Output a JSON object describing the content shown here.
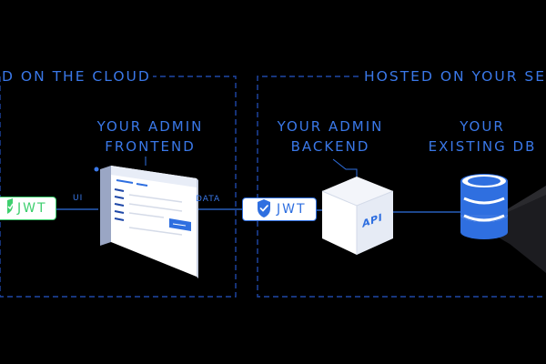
{
  "colors": {
    "background": "#000000",
    "accent_blue": "#2f6fe0",
    "dash_blue": "#1f48a8",
    "label_blue": "#3a78e8",
    "green": "#3ecf6e",
    "white": "#ffffff"
  },
  "regions": {
    "cloud": {
      "title": "D ON THE CLOUD"
    },
    "self_hosted": {
      "title": "HOSTED ON YOUR SE"
    }
  },
  "nodes": {
    "admin_frontend": {
      "label_line1": "YOUR ADMIN",
      "label_line2": "FRONTEND"
    },
    "admin_backend": {
      "label_line1": "YOUR ADMIN",
      "label_line2": "BACKEND",
      "box_text": "API"
    },
    "existing_db": {
      "label_line1": "YOUR",
      "label_line2": "EXISTING DB"
    }
  },
  "connections": {
    "ui_label": "UI",
    "data_label": "DATA"
  },
  "badges": {
    "jwt_left": {
      "text": "JWT",
      "icon": "shield-check-icon",
      "color": "green"
    },
    "jwt_middle": {
      "text": "JWT",
      "icon": "shield-check-icon",
      "color": "blue"
    }
  }
}
